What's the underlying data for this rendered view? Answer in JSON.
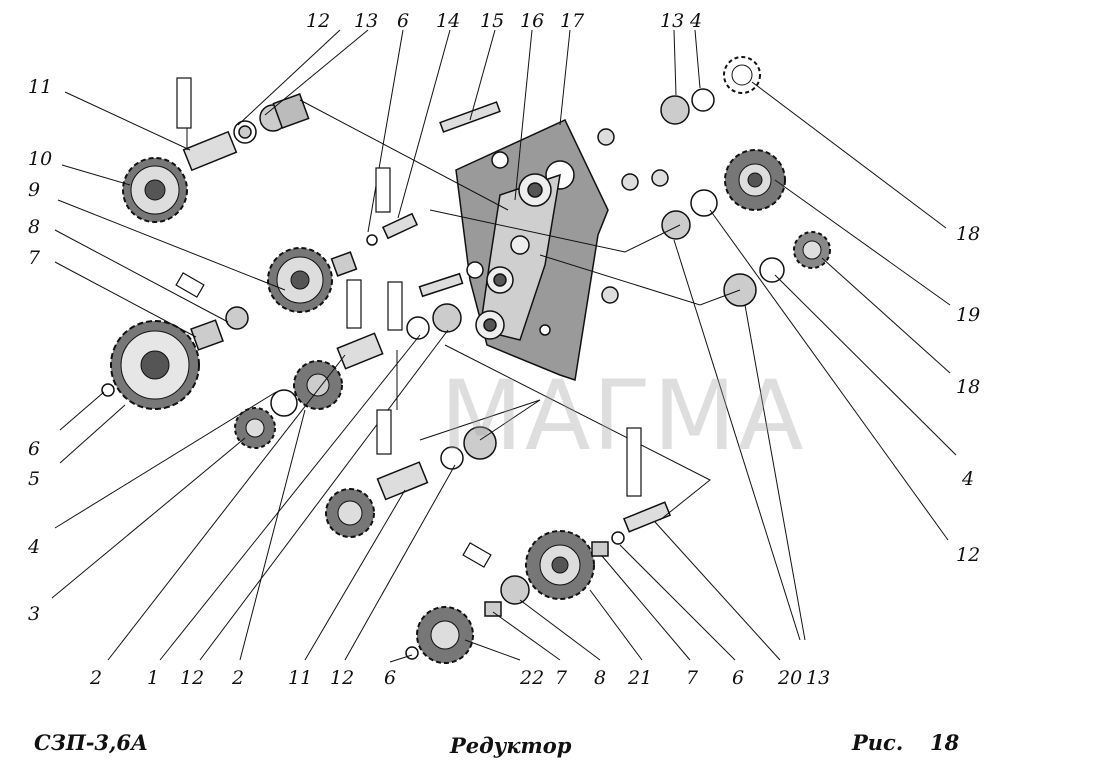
{
  "caption": {
    "model": "СЗП-3,6А",
    "title": "Редуктор",
    "fig_label": "Рис.",
    "fig_number": "18"
  },
  "watermark": "МАГМА",
  "colors": {
    "ink": "#111111",
    "sheet": "#9a9a9a",
    "watermark": "#a0a0a0"
  },
  "callouts": {
    "top": [
      "12",
      "13",
      "6",
      "14",
      "15",
      "16",
      "17",
      "13",
      "4"
    ],
    "left": [
      "11",
      "10",
      "9",
      "8",
      "7",
      "6",
      "5",
      "4",
      "3"
    ],
    "right": [
      "18",
      "19",
      "18",
      "4",
      "12"
    ],
    "bottom": [
      "2",
      "1",
      "12",
      "2",
      "11",
      "12",
      "6",
      "22",
      "7",
      "8",
      "21",
      "7",
      "6",
      "20",
      "13"
    ]
  }
}
